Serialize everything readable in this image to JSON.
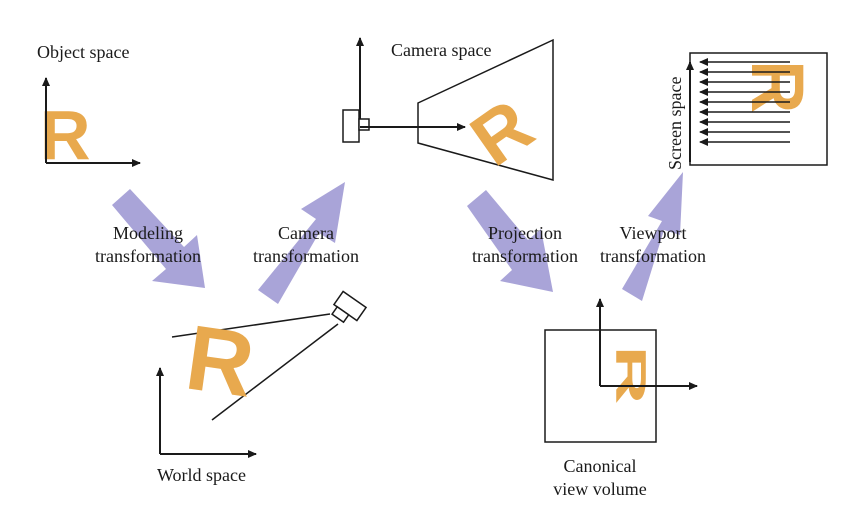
{
  "colors": {
    "object": "#E8A94E",
    "arrow": "#A9A4D8",
    "line": "#1a1a1a"
  },
  "glyph": "R",
  "labels": {
    "object_space": "Object space",
    "camera_space": "Camera space",
    "screen_space": "Screen space",
    "world_space": "World space",
    "canonical_line1": "Canonical",
    "canonical_line2": "view volume",
    "modeling_line1": "Modeling",
    "modeling_line2": "transformation",
    "camera_t_line1": "Camera",
    "camera_t_line2": "transformation",
    "projection_line1": "Projection",
    "projection_line2": "transformation",
    "viewport_line1": "Viewport",
    "viewport_line2": "transformation"
  }
}
